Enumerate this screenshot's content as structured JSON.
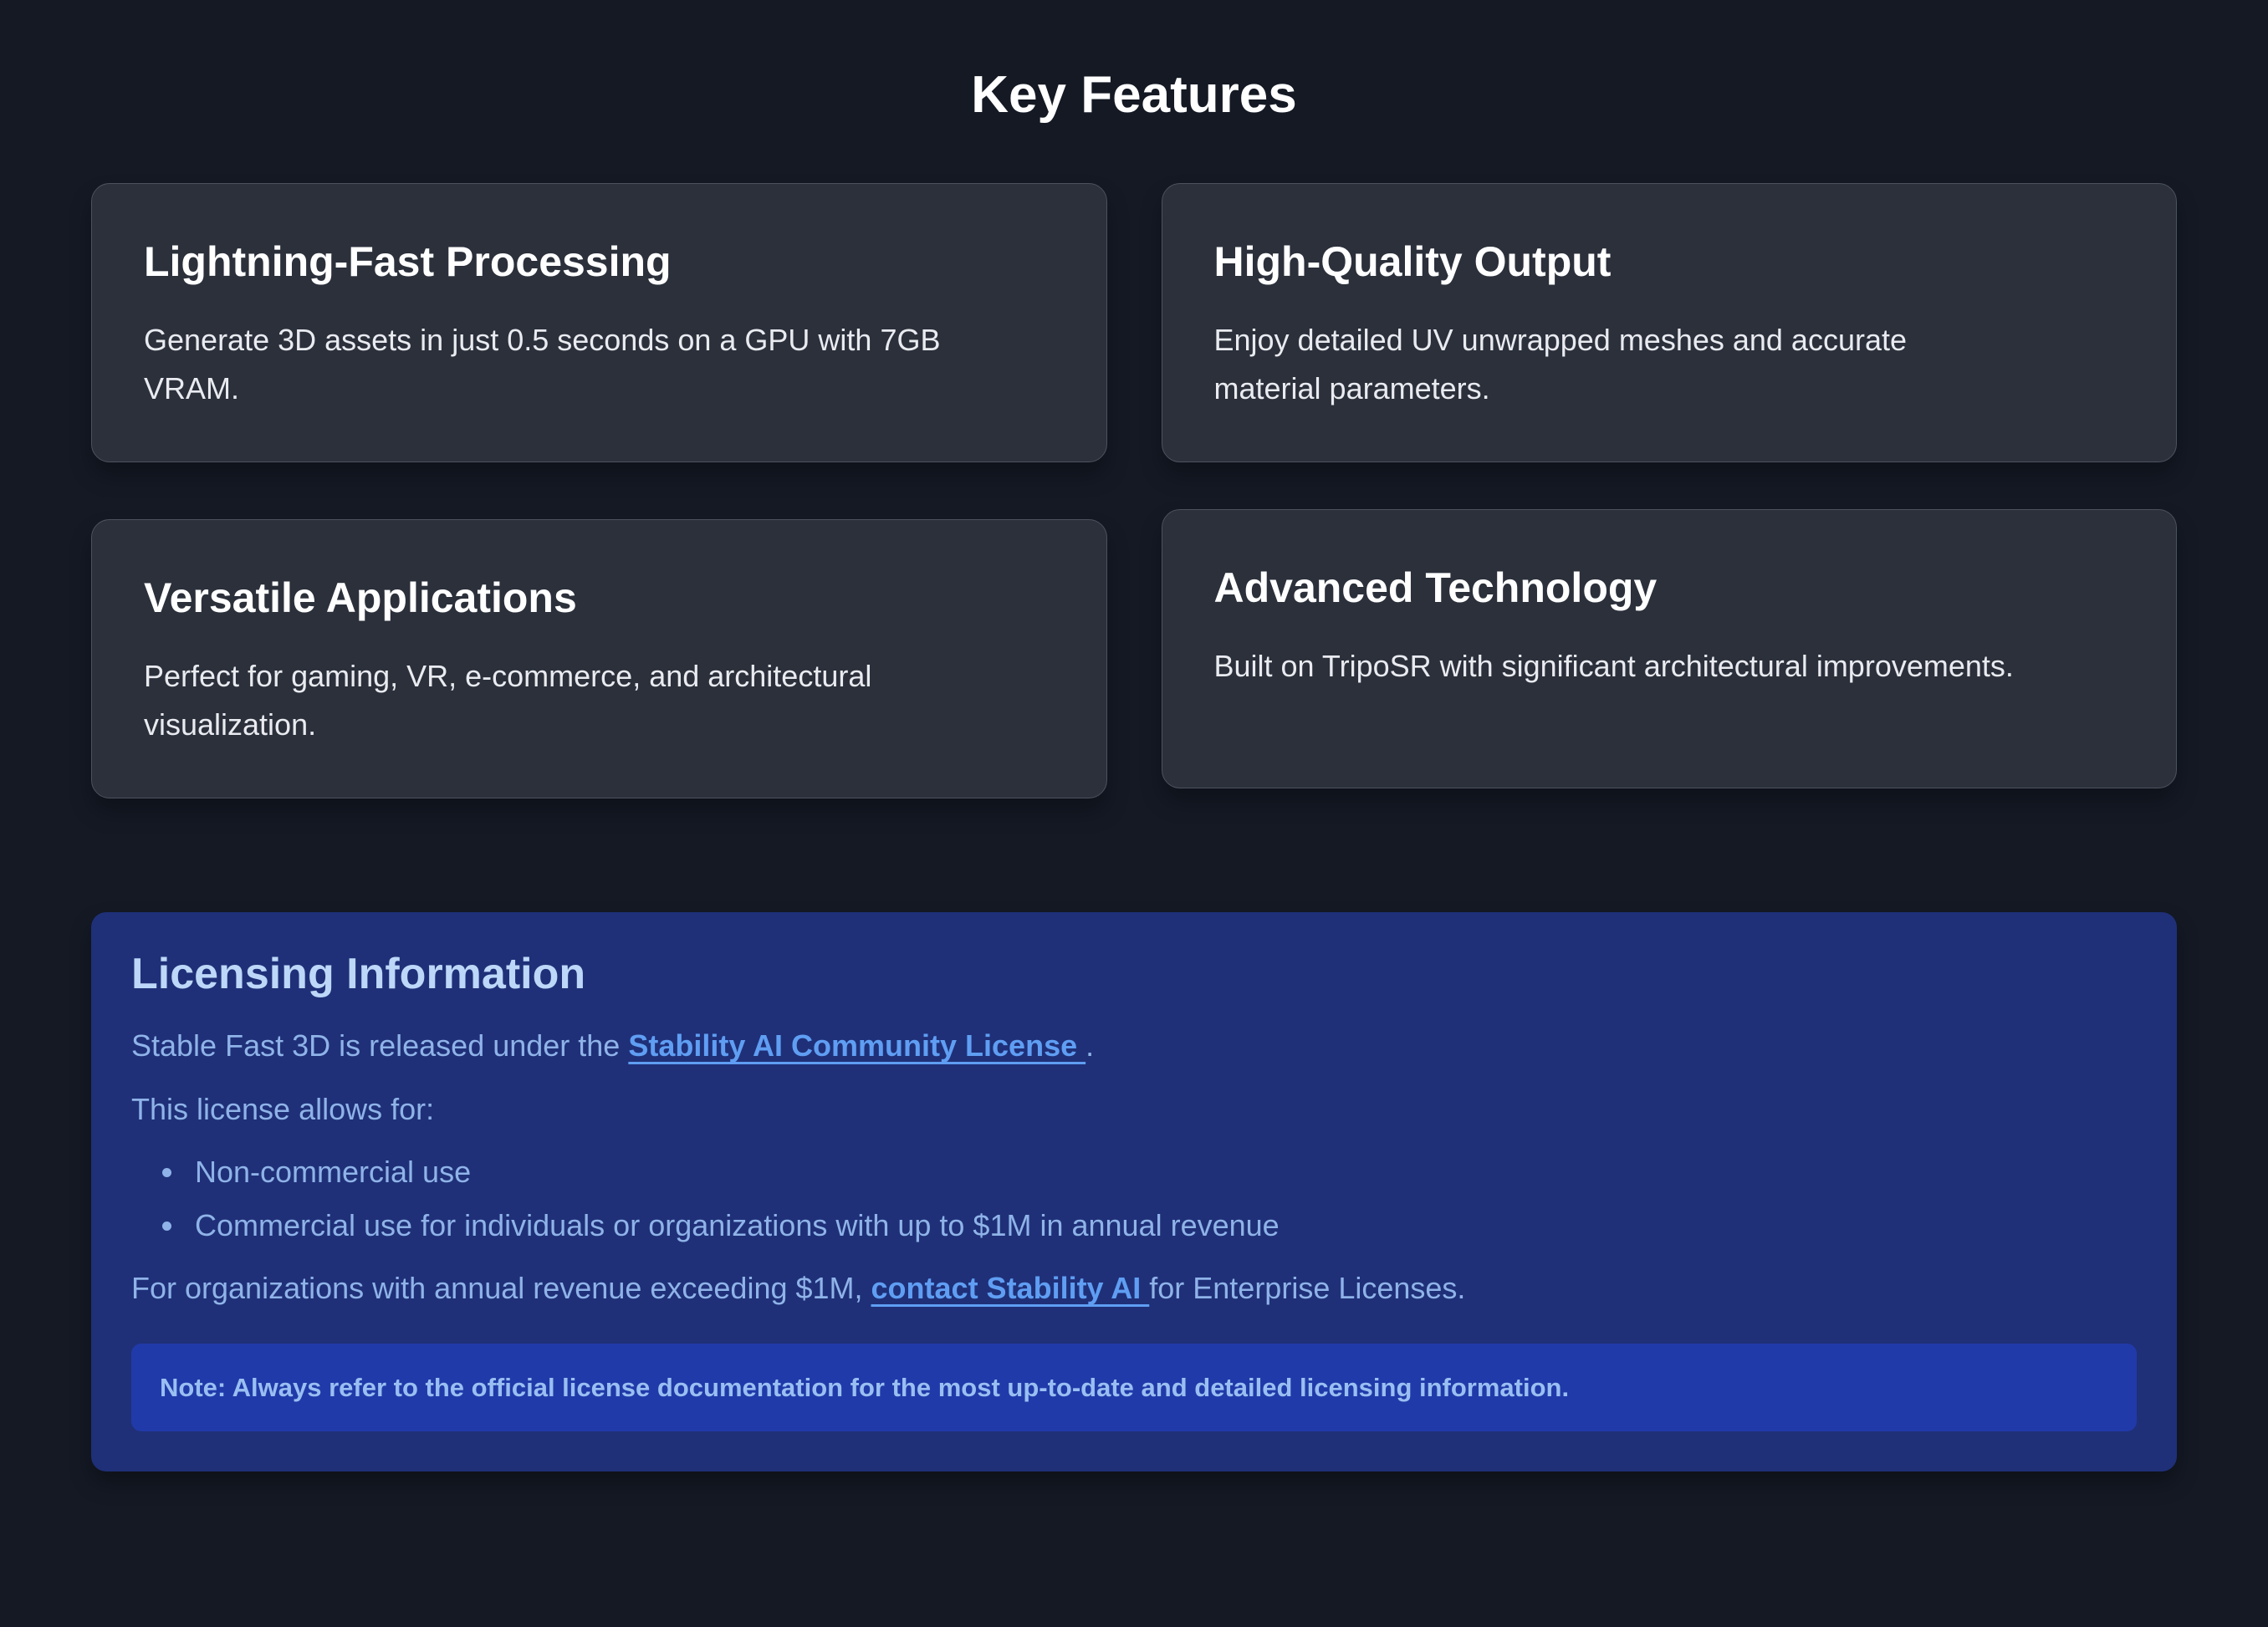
{
  "page": {
    "title": "Key Features"
  },
  "features": [
    {
      "title": "Lightning-Fast Processing",
      "description": "Generate 3D assets in just 0.5 seconds on a GPU with 7GB\nVRAM."
    },
    {
      "title": "High-Quality Output",
      "description": "Enjoy detailed UV unwrapped meshes and accurate\nmaterial parameters."
    },
    {
      "title": "Versatile Applications",
      "description": "Perfect for gaming, VR, e-commerce, and architectural\nvisualization."
    },
    {
      "title": "Advanced Technology",
      "description": "Built on TripoSR with significant architectural improvements."
    }
  ],
  "licensing": {
    "title": "Licensing Information",
    "intro_prefix": "Stable Fast 3D is released under the ",
    "intro_link": "Stability AI Community License ",
    "intro_suffix": ".",
    "allows_label": "This license allows for:",
    "allowances": [
      "Non-commercial use",
      "Commercial use for individuals or organizations with up to $1M in annual revenue"
    ],
    "enterprise_prefix": "For organizations with annual revenue exceeding $1M, ",
    "enterprise_link": "contact Stability AI ",
    "enterprise_suffix": "for Enterprise Licenses.",
    "note": "Note: Always refer to the official license documentation for the most up-to-date and detailed licensing information."
  },
  "colors": {
    "page_bg": "#141924",
    "card_bg": "#2b303b",
    "card_border": "#4c525e",
    "panel_bg": "#1f3078",
    "note_bg": "#213aa9",
    "heading_text": "#ffffff",
    "panel_heading_text": "#bcd7f8",
    "panel_body_text": "#8fb3e8",
    "link_text": "#5f9ef3",
    "note_text": "#99bff2"
  }
}
